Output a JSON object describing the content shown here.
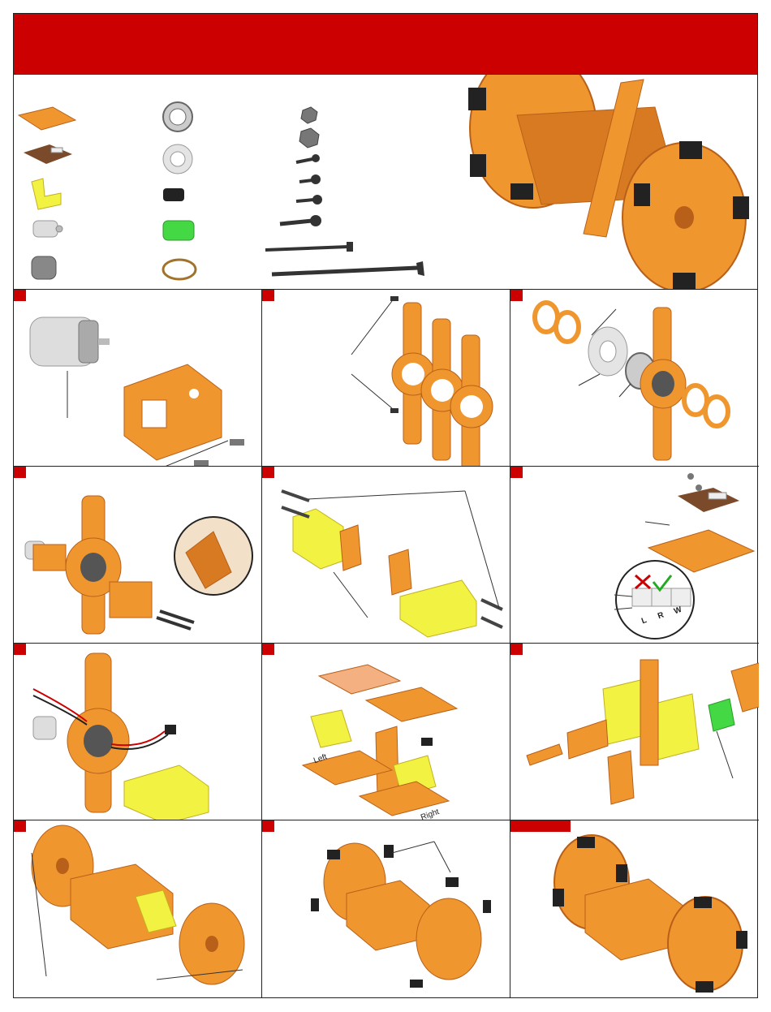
{
  "steps": [
    {
      "id": 1,
      "labels": []
    },
    {
      "id": 2,
      "labels": []
    },
    {
      "id": 3,
      "labels": []
    },
    {
      "id": 4,
      "labels": []
    },
    {
      "id": 5,
      "labels": []
    },
    {
      "id": 6,
      "labels": [
        "L",
        "R",
        "W"
      ]
    },
    {
      "id": 7,
      "labels": []
    },
    {
      "id": 8,
      "labels": [
        "Left",
        "Right"
      ]
    },
    {
      "id": 9,
      "labels": []
    },
    {
      "id": 10,
      "labels": []
    },
    {
      "id": 11,
      "labels": []
    },
    {
      "id": 12,
      "labels": []
    }
  ],
  "colors": {
    "banner": "#cc0000",
    "wood": "#f0962e",
    "wood_edge": "#b8601a",
    "motor": "#f2f242",
    "board": "#7a4a2a",
    "grip": "#222222",
    "clip": "#44d844",
    "metal": "#9a9a9a",
    "band": "#a0722a"
  },
  "icons": [
    "plate-icon",
    "board-icon",
    "corner-bracket-icon",
    "motor-icon",
    "sleeve-icon",
    "bearing-icon",
    "washer-icon",
    "grip-icon",
    "clip-icon",
    "rubber-band-icon",
    "nut-icon",
    "screw-icon"
  ]
}
